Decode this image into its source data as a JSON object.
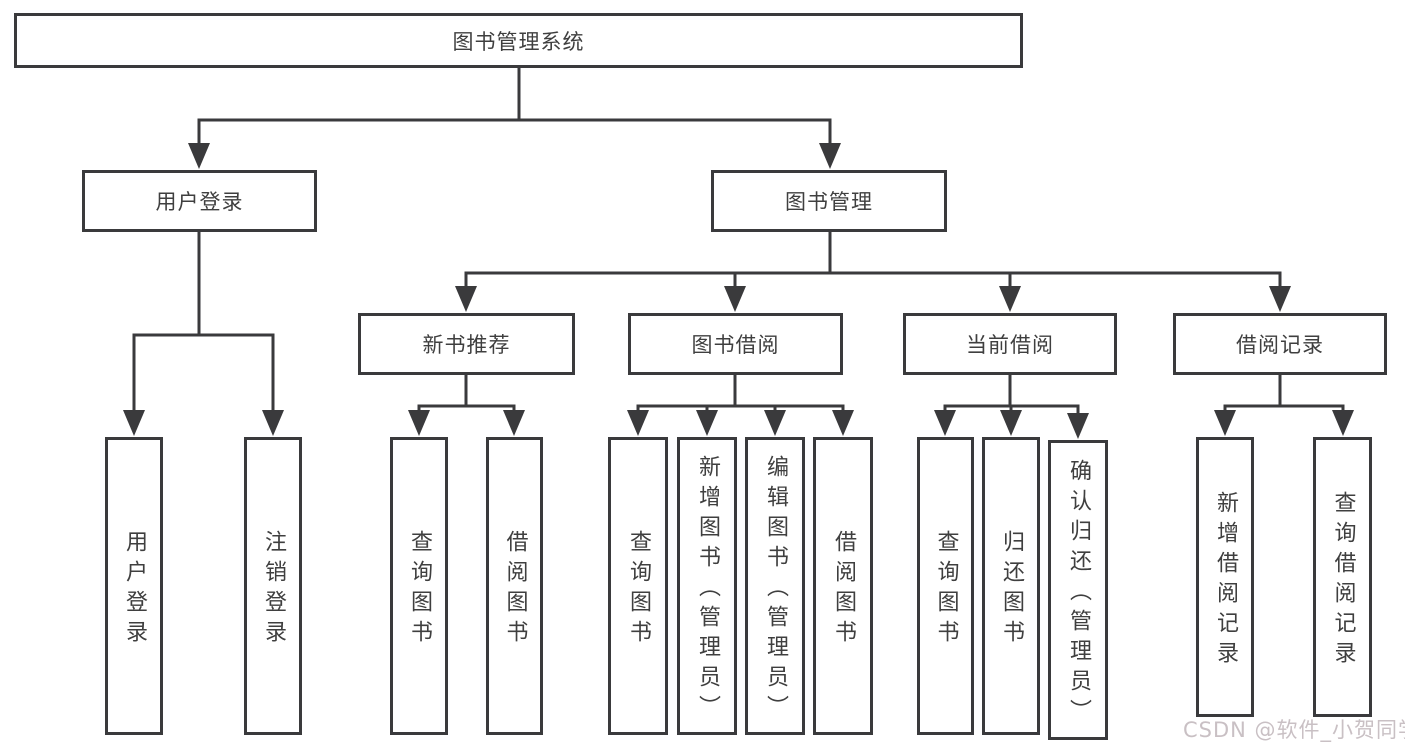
{
  "tree": {
    "root": {
      "label": "图书管理系统"
    },
    "branches": [
      {
        "label": "用户登录",
        "leaves": [
          "用户登录",
          "注销登录"
        ]
      },
      {
        "label": "图书管理",
        "groups": [
          {
            "label": "新书推荐",
            "leaves": [
              "查询图书",
              "借阅图书"
            ]
          },
          {
            "label": "图书借阅",
            "leaves": [
              "查询图书",
              "新增图书（管理员）",
              "编辑图书（管理员）",
              "借阅图书"
            ]
          },
          {
            "label": "当前借阅",
            "leaves": [
              "查询图书",
              "归还图书",
              "确认归还（管理员）"
            ]
          },
          {
            "label": "借阅记录",
            "leaves": [
              "新增借阅记录",
              "查询借阅记录"
            ]
          }
        ]
      }
    ]
  },
  "watermark": {
    "text": "CSDN @软件_小贺同学"
  },
  "colors": {
    "line": "#3a3a3c",
    "text": "#3f3f3f",
    "background": "#ffffff",
    "watermark": "#c9c0c4"
  }
}
